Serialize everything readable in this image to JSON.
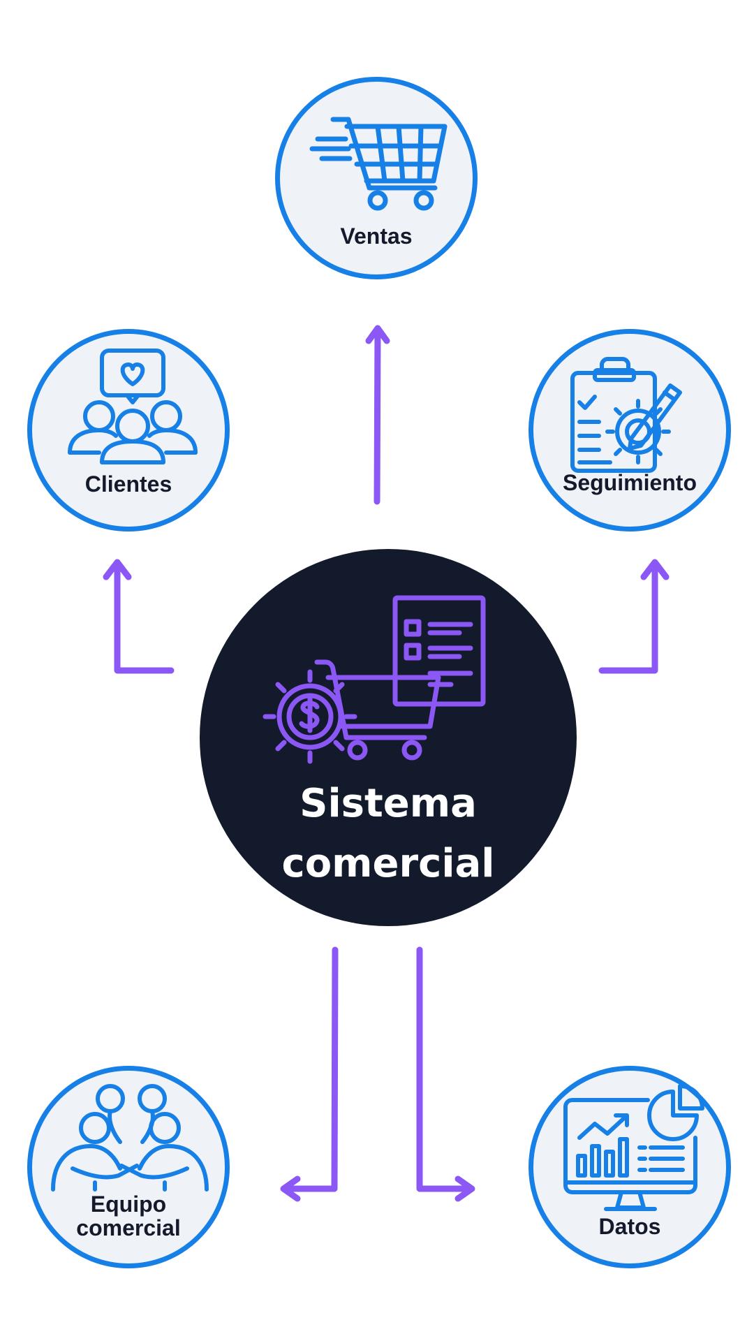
{
  "colors": {
    "accent_blue": "#1680e6",
    "node_fill": "#eff3f8",
    "hub_fill": "#131a2b",
    "connector_purple": "#8b57f5",
    "label_dark": "#141a2c"
  },
  "hub": {
    "title": "Sistema\ncomercial",
    "icon": "cart-gear-invoice-icon"
  },
  "nodes": {
    "ventas": {
      "label": "Ventas",
      "icon": "shopping-cart-icon"
    },
    "clientes": {
      "label": "Clientes",
      "icon": "customers-heart-icon"
    },
    "seguimiento": {
      "label": "Seguimiento",
      "icon": "clipboard-gear-pencil-icon"
    },
    "equipo": {
      "label": "Equipo\ncomercial",
      "icon": "team-handshake-icon"
    },
    "datos": {
      "label": "Datos",
      "icon": "analytics-monitor-icon"
    }
  },
  "connectors": [
    {
      "from": "hub",
      "to": "ventas"
    },
    {
      "from": "hub",
      "to": "clientes"
    },
    {
      "from": "hub",
      "to": "seguimiento"
    },
    {
      "from": "hub",
      "to": "equipo"
    },
    {
      "from": "hub",
      "to": "datos"
    }
  ]
}
